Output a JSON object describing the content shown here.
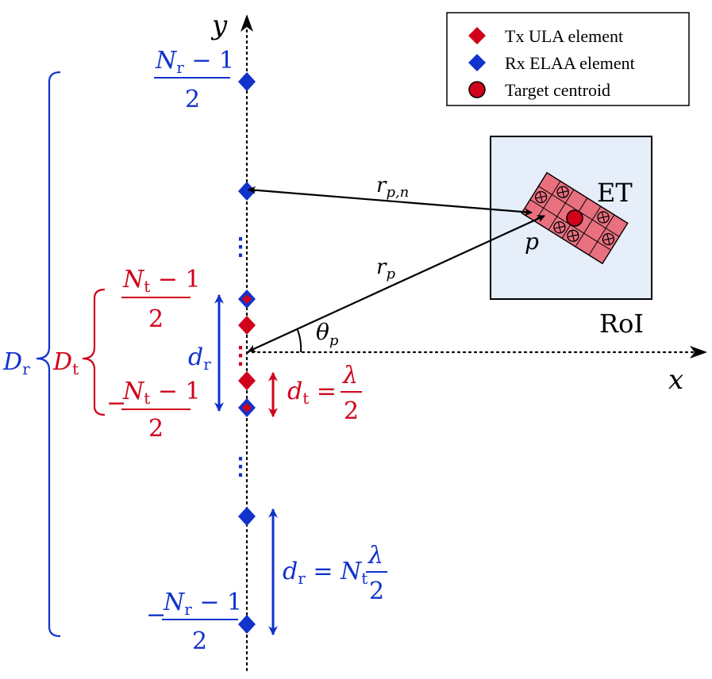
{
  "legend": {
    "items": [
      {
        "label": "Tx ULA element",
        "marker": "diamond",
        "color": "#d0021b"
      },
      {
        "label": "Rx ELAA element",
        "marker": "diamond",
        "color": "#1133cc"
      },
      {
        "label": "Target centroid",
        "marker": "circle",
        "color": "#d0021b"
      }
    ]
  },
  "axes": {
    "x_label": "x",
    "y_label": "y"
  },
  "labels": {
    "Nr": "N",
    "r_sub": "r",
    "t_sub": "t",
    "minus_one": " − 1",
    "two": "2",
    "neg": "−",
    "Dr": "D",
    "Dt": "D",
    "dr": "d",
    "dt": "d",
    "eq": " = ",
    "lambda": "λ",
    "Nt": "N",
    "ET": "ET",
    "RoI": "RoI",
    "rpn": "r",
    "rpn_sub": "p,n",
    "rp": "r",
    "rp_sub": "p",
    "theta": "θ",
    "theta_sub": "p",
    "p": "p",
    "vdots": "⋮"
  },
  "colors": {
    "tx": "#d0021b",
    "rx": "#1133cc",
    "black": "#000000",
    "roi_fill": "#e6eefa",
    "et_fill": "#e8707f"
  }
}
